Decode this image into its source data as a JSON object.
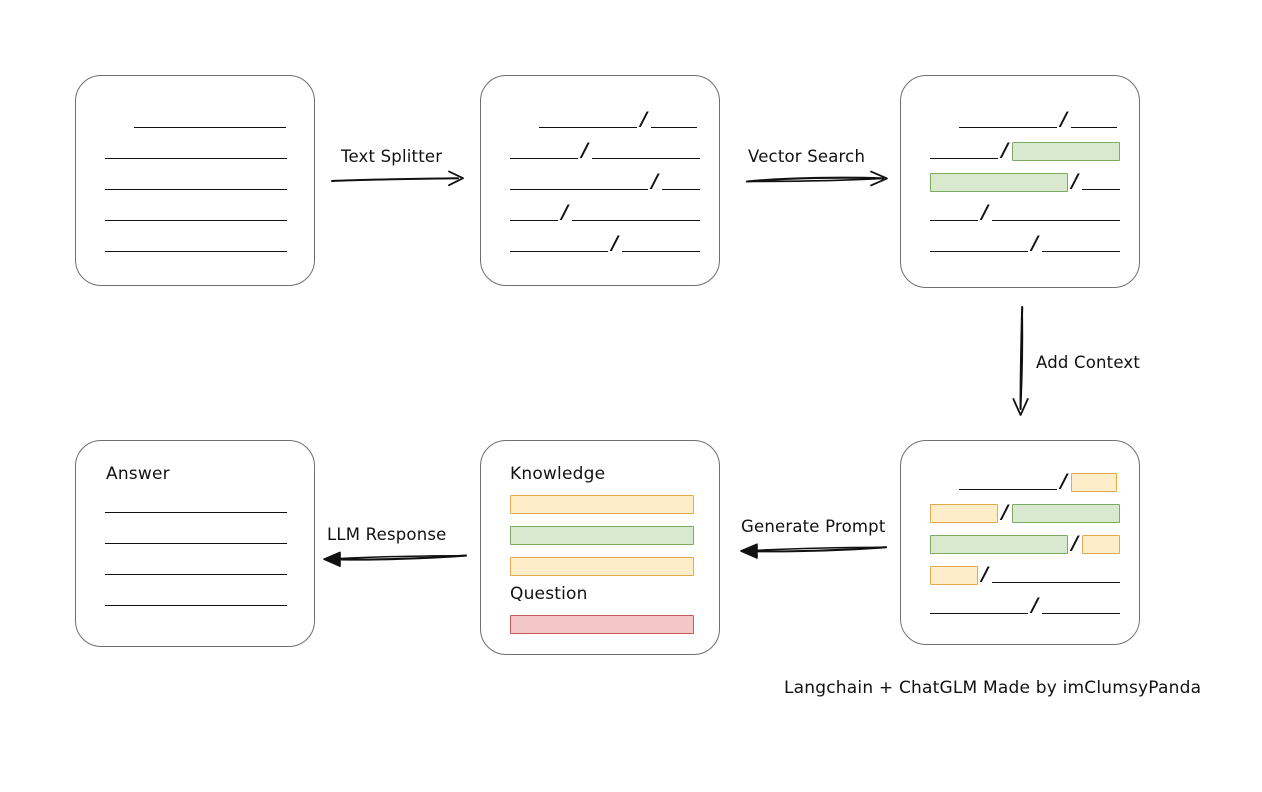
{
  "diagram": {
    "caption": "Langchain + ChatGLM Made by imClumsyPanda",
    "colors": {
      "stroke": "#6f6f6f",
      "line": "#111111",
      "green_fill": "#d8e9d0",
      "green_border": "#7aab61",
      "yellow_fill": "#fdeec9",
      "yellow_border": "#e0ad4a",
      "red_fill": "#f3c7c6",
      "red_border": "#c75b58"
    },
    "separator": "/",
    "nodes": {
      "source_document": {
        "name": "source-document",
        "label": "",
        "rows": [
          {
            "indent": 58,
            "segments": [
              {
                "kind": "plain",
                "width": 152
              }
            ]
          },
          {
            "indent": 29,
            "segments": [
              {
                "kind": "plain",
                "width": 182
              }
            ]
          },
          {
            "indent": 29,
            "segments": [
              {
                "kind": "plain",
                "width": 182
              }
            ]
          },
          {
            "indent": 29,
            "segments": [
              {
                "kind": "plain",
                "width": 182
              }
            ]
          },
          {
            "indent": 29,
            "segments": [
              {
                "kind": "plain",
                "width": 182
              }
            ]
          }
        ]
      },
      "split_document": {
        "name": "split-document",
        "label": "",
        "rows": [
          {
            "indent": 58,
            "segments": [
              {
                "kind": "plain",
                "width": 98
              },
              {
                "kind": "slash"
              },
              {
                "kind": "plain",
                "width": 46
              }
            ]
          },
          {
            "indent": 29,
            "segments": [
              {
                "kind": "plain",
                "width": 68
              },
              {
                "kind": "slash"
              },
              {
                "kind": "plain",
                "width": 108
              }
            ]
          },
          {
            "indent": 29,
            "segments": [
              {
                "kind": "plain",
                "width": 138
              },
              {
                "kind": "slash"
              },
              {
                "kind": "plain",
                "width": 38
              }
            ]
          },
          {
            "indent": 29,
            "segments": [
              {
                "kind": "plain",
                "width": 48
              },
              {
                "kind": "slash"
              },
              {
                "kind": "plain",
                "width": 128
              }
            ]
          },
          {
            "indent": 29,
            "segments": [
              {
                "kind": "plain",
                "width": 98
              },
              {
                "kind": "slash"
              },
              {
                "kind": "plain",
                "width": 78
              }
            ]
          }
        ]
      },
      "matched_document": {
        "name": "matched-document",
        "label": "",
        "rows": [
          {
            "indent": 58,
            "segments": [
              {
                "kind": "plain",
                "width": 98
              },
              {
                "kind": "slash"
              },
              {
                "kind": "plain",
                "width": 46
              }
            ]
          },
          {
            "indent": 29,
            "segments": [
              {
                "kind": "plain",
                "width": 68
              },
              {
                "kind": "slash"
              },
              {
                "kind": "green",
                "width": 108
              }
            ]
          },
          {
            "indent": 29,
            "segments": [
              {
                "kind": "green",
                "width": 138
              },
              {
                "kind": "slash"
              },
              {
                "kind": "plain",
                "width": 38
              }
            ]
          },
          {
            "indent": 29,
            "segments": [
              {
                "kind": "plain",
                "width": 48
              },
              {
                "kind": "slash"
              },
              {
                "kind": "plain",
                "width": 128
              }
            ]
          },
          {
            "indent": 29,
            "segments": [
              {
                "kind": "plain",
                "width": 98
              },
              {
                "kind": "slash"
              },
              {
                "kind": "plain",
                "width": 78
              }
            ]
          }
        ]
      },
      "context_document": {
        "name": "context-document",
        "label": "",
        "rows": [
          {
            "indent": 58,
            "segments": [
              {
                "kind": "plain",
                "width": 98
              },
              {
                "kind": "slash"
              },
              {
                "kind": "yellow",
                "width": 46
              }
            ]
          },
          {
            "indent": 29,
            "segments": [
              {
                "kind": "yellow",
                "width": 68
              },
              {
                "kind": "slash"
              },
              {
                "kind": "green",
                "width": 108
              }
            ]
          },
          {
            "indent": 29,
            "segments": [
              {
                "kind": "green",
                "width": 138
              },
              {
                "kind": "slash"
              },
              {
                "kind": "yellow",
                "width": 38
              }
            ]
          },
          {
            "indent": 29,
            "segments": [
              {
                "kind": "yellow",
                "width": 48
              },
              {
                "kind": "slash"
              },
              {
                "kind": "plain",
                "width": 128
              }
            ]
          },
          {
            "indent": 29,
            "segments": [
              {
                "kind": "plain",
                "width": 98
              },
              {
                "kind": "slash"
              },
              {
                "kind": "plain",
                "width": 78
              }
            ]
          }
        ]
      },
      "prompt": {
        "name": "prompt-card",
        "knowledge_label": "Knowledge",
        "question_label": "Question",
        "knowledge_rows": [
          {
            "kind": "yellow",
            "width": 184
          },
          {
            "kind": "green",
            "width": 184
          },
          {
            "kind": "yellow",
            "width": 184
          }
        ],
        "question_rows": [
          {
            "kind": "red",
            "width": 184
          }
        ]
      },
      "answer": {
        "name": "answer-card",
        "label": "Answer",
        "rows": [
          {
            "indent": 29,
            "segments": [
              {
                "kind": "plain",
                "width": 182
              }
            ]
          },
          {
            "indent": 29,
            "segments": [
              {
                "kind": "plain",
                "width": 182
              }
            ]
          },
          {
            "indent": 29,
            "segments": [
              {
                "kind": "plain",
                "width": 182
              }
            ]
          },
          {
            "indent": 29,
            "segments": [
              {
                "kind": "plain",
                "width": 182
              }
            ]
          }
        ]
      }
    },
    "edges": [
      {
        "name": "edge-text-splitter",
        "label": "Text Splitter",
        "direction": "right"
      },
      {
        "name": "edge-vector-search",
        "label": "Vector Search",
        "direction": "right"
      },
      {
        "name": "edge-add-context",
        "label": "Add Context",
        "direction": "down"
      },
      {
        "name": "edge-generate-prompt",
        "label": "Generate Prompt",
        "direction": "left"
      },
      {
        "name": "edge-llm-response",
        "label": "LLM Response",
        "direction": "left"
      }
    ]
  }
}
